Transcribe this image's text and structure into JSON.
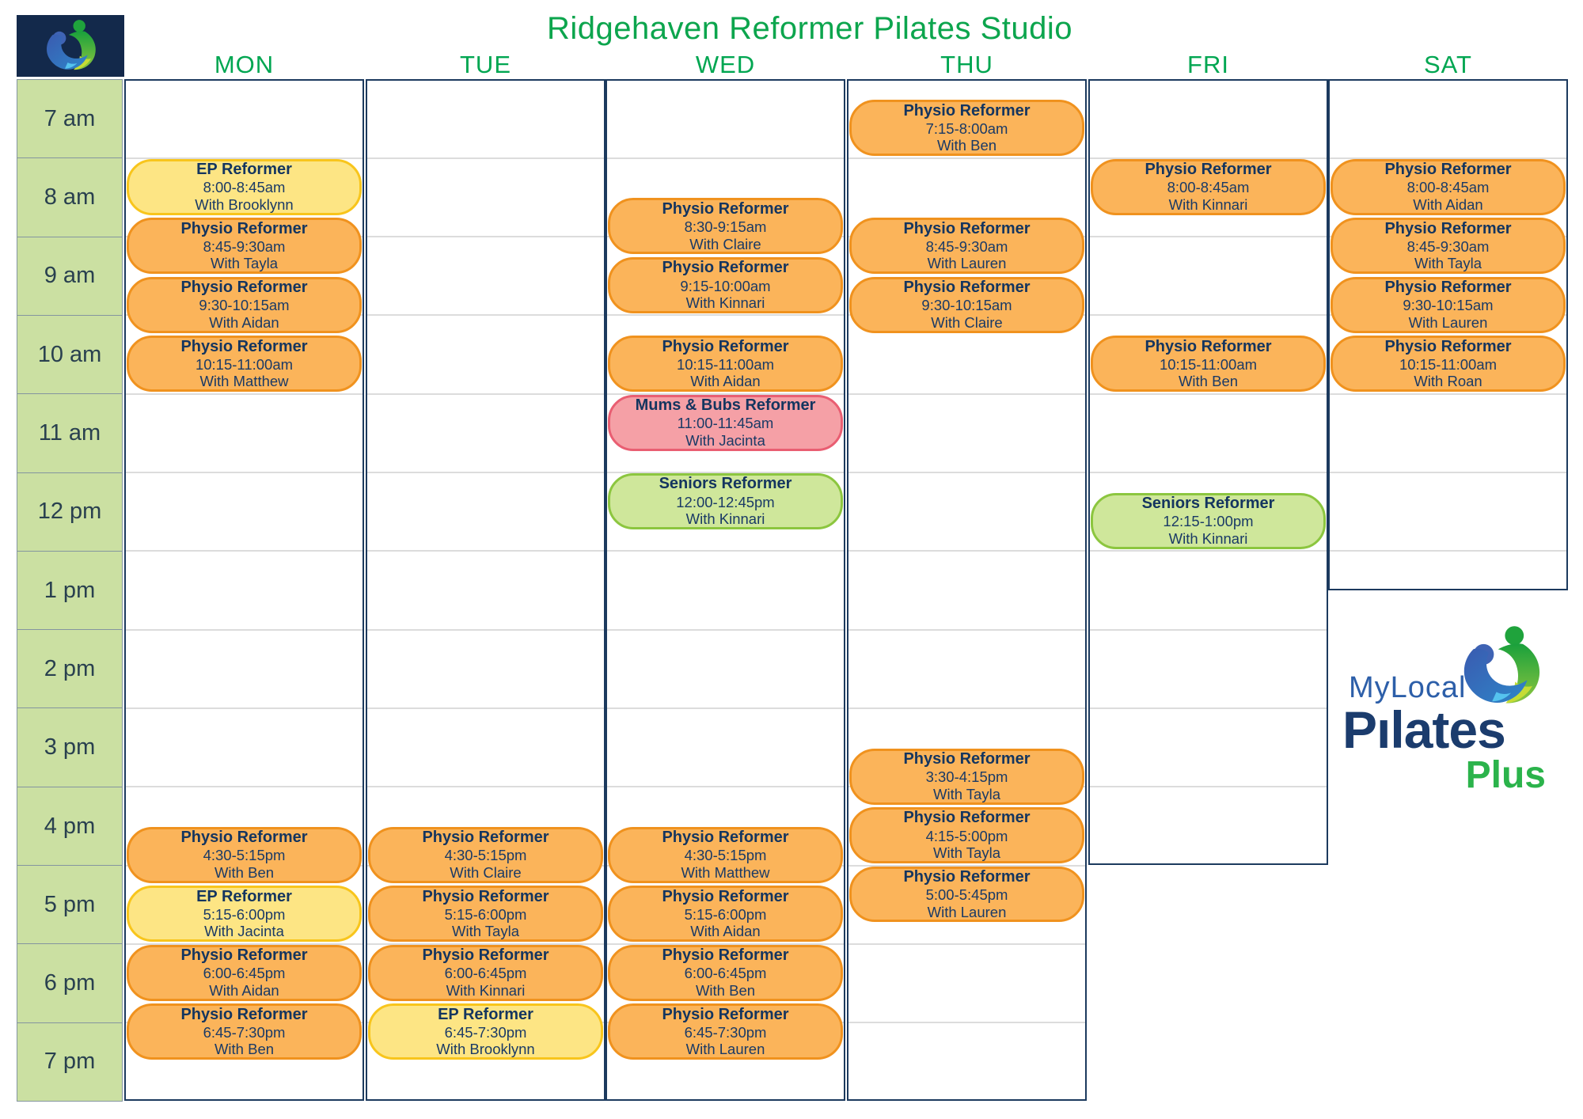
{
  "title": "Ridgehaven Reformer Pilates Studio",
  "days": [
    "MON",
    "TUE",
    "WED",
    "THU",
    "FRI",
    "SAT"
  ],
  "times": [
    "7 am",
    "8 am",
    "9 am",
    "10 am",
    "11 am",
    "12 pm",
    "1 pm",
    "2 pm",
    "3 pm",
    "4 pm",
    "5 pm",
    "6 pm",
    "7 pm"
  ],
  "logo": {
    "line1": "MyLocal",
    "line2": "Pılates",
    "line3": "Plus"
  },
  "colors": {
    "title_green": "#0CA54D",
    "header_green": "#00A651",
    "grid_navy": "#1C3A5E",
    "time_col_bg": "#CBE0A2",
    "physio_fill": "#FBB45A",
    "physio_border": "#F0921E",
    "ep_fill": "#FDE584",
    "ep_border": "#F8C51C",
    "mums_fill": "#F5A0A6",
    "mums_border": "#E95E72",
    "seniors_fill": "#CFE79B",
    "seniors_border": "#8CC63F",
    "logo_blue": "#2D5FA9",
    "logo_navy": "#1B3C6D",
    "logo_green": "#2BB34B"
  },
  "classes": [
    {
      "day": "MON",
      "type": "ep",
      "title": "EP Reformer",
      "time": "8:00-8:45am",
      "instructor": "With Brooklynn"
    },
    {
      "day": "MON",
      "type": "physio",
      "title": "Physio Reformer",
      "time": "8:45-9:30am",
      "instructor": "With Tayla"
    },
    {
      "day": "MON",
      "type": "physio",
      "title": "Physio Reformer",
      "time": "9:30-10:15am",
      "instructor": "With Aidan"
    },
    {
      "day": "MON",
      "type": "physio",
      "title": "Physio Reformer",
      "time": "10:15-11:00am",
      "instructor": "With Matthew"
    },
    {
      "day": "MON",
      "type": "physio",
      "title": "Physio Reformer",
      "time": "4:30-5:15pm",
      "instructor": "With Ben"
    },
    {
      "day": "MON",
      "type": "ep",
      "title": "EP Reformer",
      "time": "5:15-6:00pm",
      "instructor": "With Jacinta"
    },
    {
      "day": "MON",
      "type": "physio",
      "title": "Physio Reformer",
      "time": "6:00-6:45pm",
      "instructor": "With Aidan"
    },
    {
      "day": "MON",
      "type": "physio",
      "title": "Physio Reformer",
      "time": "6:45-7:30pm",
      "instructor": "With Ben"
    },
    {
      "day": "TUE",
      "type": "physio",
      "title": "Physio Reformer",
      "time": "4:30-5:15pm",
      "instructor": "With Claire"
    },
    {
      "day": "TUE",
      "type": "physio",
      "title": "Physio Reformer",
      "time": "5:15-6:00pm",
      "instructor": "With Tayla"
    },
    {
      "day": "TUE",
      "type": "physio",
      "title": "Physio Reformer",
      "time": "6:00-6:45pm",
      "instructor": "With Kinnari"
    },
    {
      "day": "TUE",
      "type": "ep",
      "title": "EP Reformer",
      "time": "6:45-7:30pm",
      "instructor": "With Brooklynn"
    },
    {
      "day": "WED",
      "type": "physio",
      "title": "Physio Reformer",
      "time": "8:30-9:15am",
      "instructor": "With Claire"
    },
    {
      "day": "WED",
      "type": "physio",
      "title": "Physio Reformer",
      "time": "9:15-10:00am",
      "instructor": "With Kinnari"
    },
    {
      "day": "WED",
      "type": "physio",
      "title": "Physio Reformer",
      "time": "10:15-11:00am",
      "instructor": "With Aidan"
    },
    {
      "day": "WED",
      "type": "mums",
      "title": "Mums & Bubs Reformer",
      "time": "11:00-11:45am",
      "instructor": "With Jacinta"
    },
    {
      "day": "WED",
      "type": "seniors",
      "title": "Seniors Reformer",
      "time": "12:00-12:45pm",
      "instructor": "With Kinnari"
    },
    {
      "day": "WED",
      "type": "physio",
      "title": "Physio Reformer",
      "time": "4:30-5:15pm",
      "instructor": "With Matthew"
    },
    {
      "day": "WED",
      "type": "physio",
      "title": "Physio Reformer",
      "time": "5:15-6:00pm",
      "instructor": "With Aidan"
    },
    {
      "day": "WED",
      "type": "physio",
      "title": "Physio Reformer",
      "time": "6:00-6:45pm",
      "instructor": "With Ben"
    },
    {
      "day": "WED",
      "type": "physio",
      "title": "Physio Reformer",
      "time": "6:45-7:30pm",
      "instructor": "With Lauren"
    },
    {
      "day": "THU",
      "type": "physio",
      "title": "Physio Reformer",
      "time": "7:15-8:00am",
      "instructor": "With Ben"
    },
    {
      "day": "THU",
      "type": "physio",
      "title": "Physio Reformer",
      "time": "8:45-9:30am",
      "instructor": "With Lauren"
    },
    {
      "day": "THU",
      "type": "physio",
      "title": "Physio Reformer",
      "time": "9:30-10:15am",
      "instructor": "With Claire"
    },
    {
      "day": "THU",
      "type": "physio",
      "title": "Physio Reformer",
      "time": "3:30-4:15pm",
      "instructor": "With Tayla"
    },
    {
      "day": "THU",
      "type": "physio",
      "title": "Physio Reformer",
      "time": "4:15-5:00pm",
      "instructor": "With Tayla"
    },
    {
      "day": "THU",
      "type": "physio",
      "title": "Physio Reformer",
      "time": "5:00-5:45pm",
      "instructor": "With Lauren"
    },
    {
      "day": "FRI",
      "type": "physio",
      "title": "Physio Reformer",
      "time": "8:00-8:45am",
      "instructor": "With Kinnari"
    },
    {
      "day": "FRI",
      "type": "physio",
      "title": "Physio Reformer",
      "time": "10:15-11:00am",
      "instructor": "With Ben"
    },
    {
      "day": "FRI",
      "type": "seniors",
      "title": "Seniors Reformer",
      "time": "12:15-1:00pm",
      "instructor": "With Kinnari"
    },
    {
      "day": "SAT",
      "type": "physio",
      "title": "Physio Reformer",
      "time": "8:00-8:45am",
      "instructor": "With Aidan"
    },
    {
      "day": "SAT",
      "type": "physio",
      "title": "Physio Reformer",
      "time": "8:45-9:30am",
      "instructor": "With Tayla"
    },
    {
      "day": "SAT",
      "type": "physio",
      "title": "Physio Reformer",
      "time": "9:30-10:15am",
      "instructor": "With Lauren"
    },
    {
      "day": "SAT",
      "type": "physio",
      "title": "Physio Reformer",
      "time": "10:15-11:00am",
      "instructor": "With Roan"
    }
  ]
}
